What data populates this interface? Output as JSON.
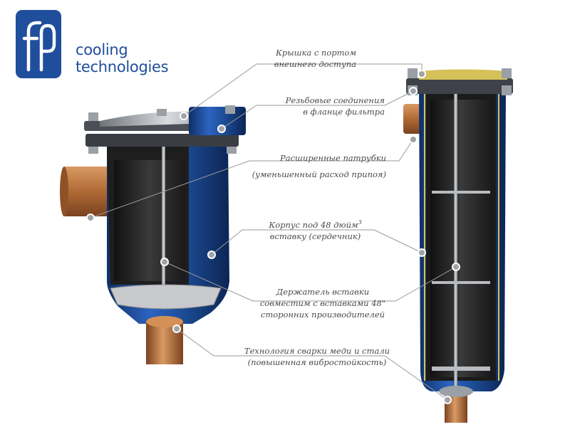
{
  "brand": {
    "logo_mark": "fp",
    "line1": "cooling",
    "line2": "technologies",
    "color": "#1f4e9c"
  },
  "callouts": [
    {
      "line1": "Крышка с портом",
      "line2": "внешнего доступа"
    },
    {
      "line1": "Резьбовые соединения",
      "line2": "в фланце фильтра"
    },
    {
      "line1": "Расширенные патрубки",
      "line2": "(уменьшенный расход припоя)"
    },
    {
      "line1": "Корпус под 48 дюйм",
      "line1_sup": "3",
      "line2": "вставку (сердечник)"
    },
    {
      "line1": "Держатель вставки",
      "line2": "совместим с вставками 48\"",
      "line3": "сторонних производителей"
    },
    {
      "line1": "Технология сварки меди и стали",
      "line2": "(повышенная вибростойкость)"
    }
  ],
  "colors": {
    "shell_blue": "#1d4f9a",
    "copper": "#b06a35",
    "core_dark": "#2a2a2a",
    "leader": "#9a9a9a"
  }
}
